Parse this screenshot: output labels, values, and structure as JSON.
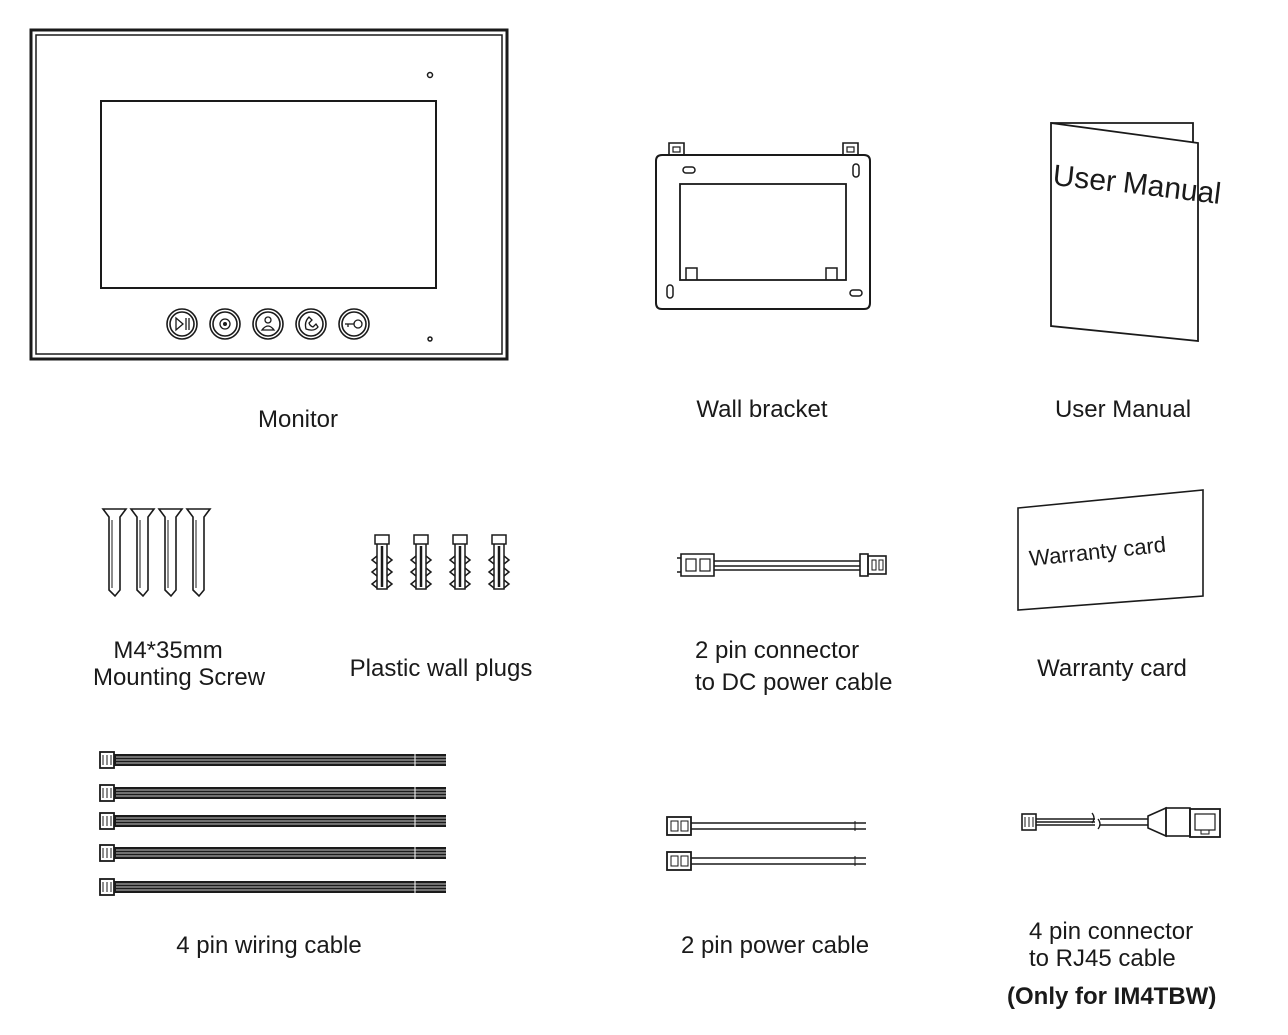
{
  "items": {
    "monitor": "Monitor",
    "wall_bracket": "Wall bracket",
    "user_manual": "User Manual",
    "screw_line1": "M4*35mm",
    "screw_line2": "Mounting Screw",
    "wall_plugs": "Plastic wall plugs",
    "dc_cable_line1": "2 pin connector",
    "dc_cable_line2": "to DC power cable",
    "warranty_card": "Warranty card",
    "wiring_cable": "4 pin wiring cable",
    "power_cable": "2 pin power cable",
    "rj45_line1": "4 pin connector",
    "rj45_line2": "to RJ45 cable",
    "rj45_note": "(Only for IM4TBW)"
  },
  "artwork": {
    "manual_cover_word1": "User",
    "manual_cover_word2": "Manual",
    "warranty_card_text": "Warranty card"
  },
  "icons": [
    "play-pause-icon",
    "record-icon",
    "user-icon",
    "phone-icon",
    "key-icon"
  ]
}
